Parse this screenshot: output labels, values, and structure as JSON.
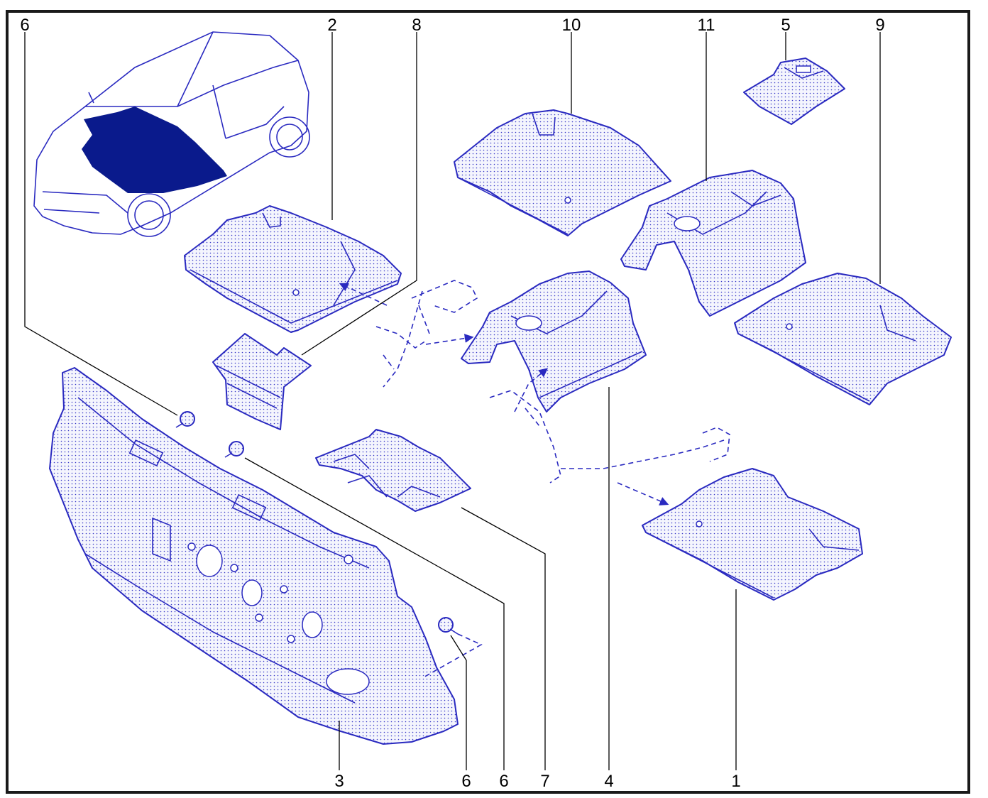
{
  "colors": {
    "line": "#2a2ac0",
    "highlight": "#0a1a8c",
    "frame": "#1a1a1a",
    "background": "#ffffff"
  },
  "callouts": {
    "top": [
      "6",
      "2",
      "8",
      "10",
      "11",
      "5",
      "9"
    ],
    "bottom": [
      "3",
      "6",
      "6",
      "7",
      "4",
      "1"
    ]
  },
  "parts": [
    "car-overview-highlight",
    "floor-mat-2",
    "bracket-8",
    "floor-mat-10",
    "tunnel-insulator-11",
    "pad-5",
    "floor-mat-9",
    "dashboard-insulator-3",
    "clip-6",
    "tunnel-insulator-4",
    "footrest-7",
    "floor-mat-1",
    "wiring-harness"
  ]
}
